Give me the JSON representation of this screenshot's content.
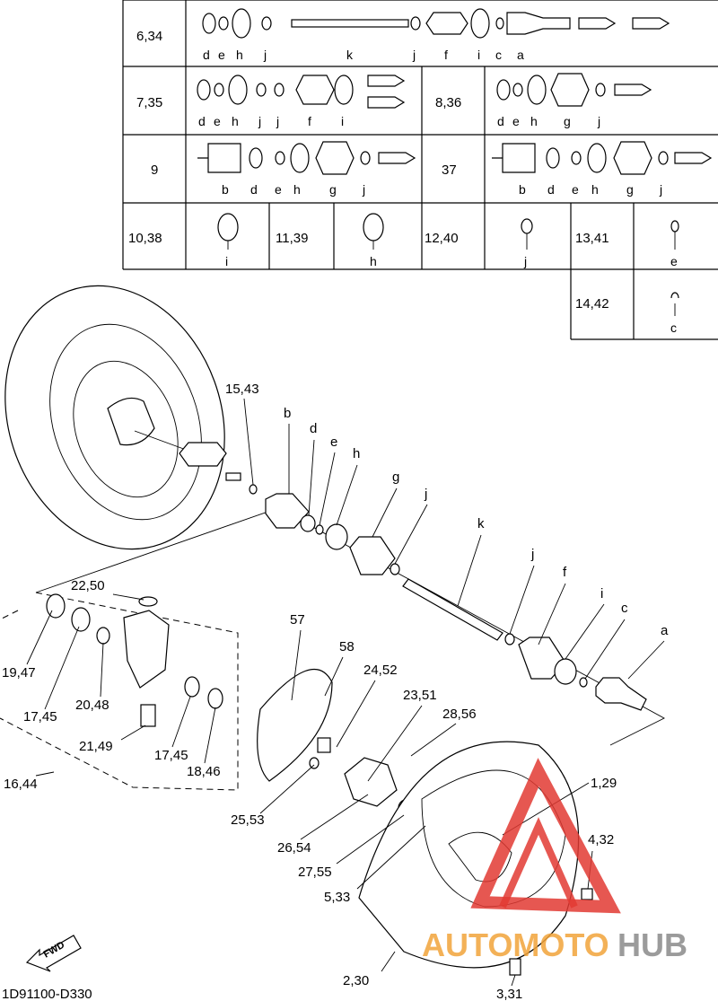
{
  "table": {
    "rows": [
      {
        "label": "6,34",
        "letters": [
          "d",
          "e",
          "h",
          "j",
          "k",
          "j",
          "f",
          "i",
          "c",
          "a"
        ]
      },
      {
        "label": "7,35",
        "letters": [
          "d",
          "e",
          "h",
          "j",
          "j",
          "f",
          "i"
        ]
      },
      {
        "label": "8,36",
        "letters": [
          "d",
          "e",
          "h",
          "g",
          "j"
        ]
      },
      {
        "label": "9",
        "letters": [
          "b",
          "d",
          "e",
          "h",
          "g",
          "j"
        ]
      },
      {
        "label": "37",
        "letters": [
          "b",
          "d",
          "e",
          "h",
          "g",
          "j"
        ]
      },
      {
        "label": "10,38",
        "letters": [
          "i"
        ]
      },
      {
        "label": "11,39",
        "letters": [
          "h"
        ]
      },
      {
        "label": "12,40",
        "letters": [
          "j"
        ]
      },
      {
        "label": "13,41",
        "letters": [
          "e"
        ]
      },
      {
        "label": "14,42",
        "letters": [
          "c"
        ]
      }
    ]
  },
  "callouts": {
    "axle": [
      "15,43",
      "b",
      "d",
      "e",
      "h",
      "g",
      "j",
      "k",
      "j",
      "f",
      "i",
      "c",
      "a"
    ],
    "hub": [
      "22,50",
      "57",
      "58",
      "24,52",
      "23,51",
      "28,56",
      "1,29",
      "19,47",
      "17,45",
      "20,48",
      "21,49",
      "17,45",
      "18,46",
      "16,44",
      "25,53",
      "26,54",
      "27,55",
      "5,33",
      "4,32",
      "2,30",
      "3,31"
    ]
  },
  "fwd_label": "FWD",
  "diagram_code": "1D91100-D330",
  "watermark": {
    "brand_a": "AUTOMOTO",
    "brand_b": "HUB",
    "color_red": "#e23a32",
    "color_orange": "#f2a43a",
    "color_gray": "#8a8a8a"
  }
}
